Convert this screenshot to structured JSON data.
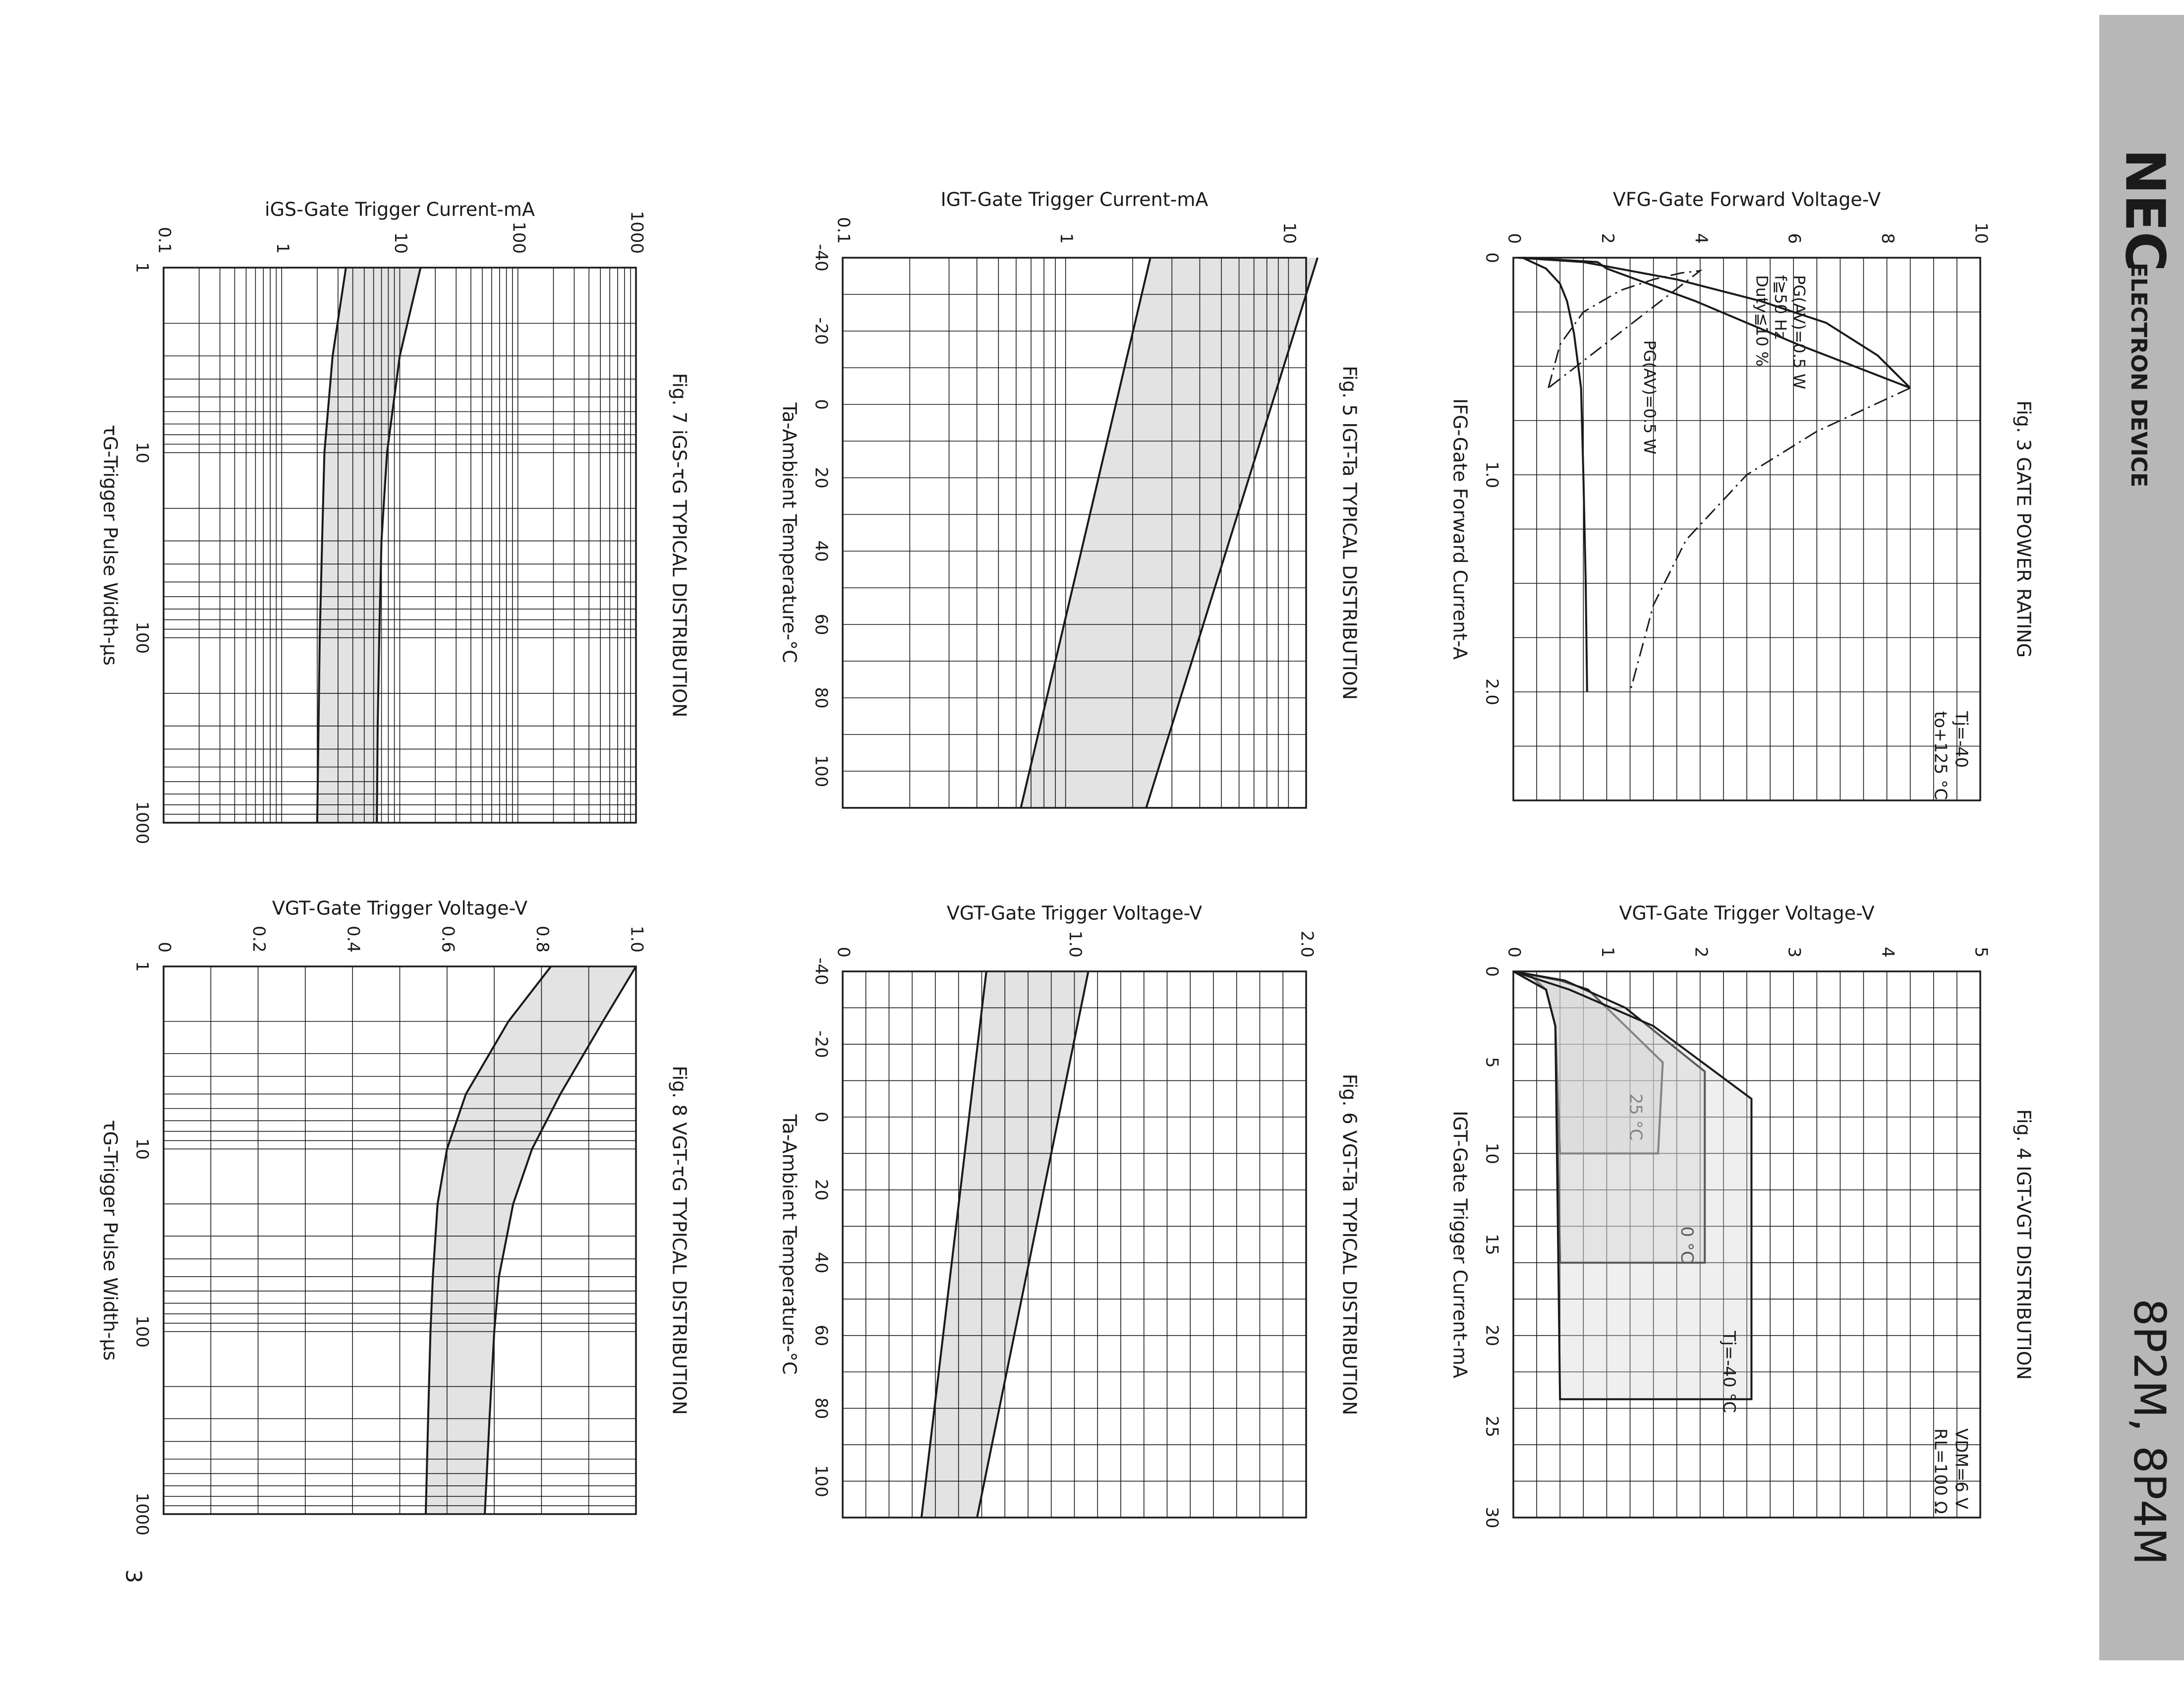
{
  "header": {
    "brand": "NEC",
    "division": "ELECTRON DEVICE",
    "part_numbers": "8P2M, 8P4M"
  },
  "page_number": "3",
  "colors": {
    "ink": "#1a1a1a",
    "shade": "#d0d0d0",
    "strip": "#b7b7b7"
  },
  "chart_data": [
    {
      "id": "fig3",
      "type": "line",
      "title": "Fig. 3 GATE POWER RATING",
      "xlabel": "IFG-Gate Forward Current-A",
      "ylabel": "VFG-Gate Forward Voltage-V",
      "xlim": [
        0,
        2.5
      ],
      "ylim": [
        0,
        10
      ],
      "x_ticks": [
        "0",
        "1.0",
        "2.0"
      ],
      "y_ticks": [
        "0",
        "2",
        "4",
        "6",
        "8",
        "10"
      ],
      "condition": [
        "Tj=-40",
        "to+125 °C"
      ],
      "annotations": [
        "PG(AV)=0.5 W",
        "f≧50 Hz",
        "Duty≦10 %",
        "PG(AV)=0.5 W"
      ],
      "series": [
        {
          "style": "solid",
          "x": [
            0,
            0.05,
            0.12,
            0.2,
            0.35,
            0.6,
            1.0,
            1.5,
            2.0
          ],
          "y": [
            0.2,
            0.7,
            1.0,
            1.15,
            1.3,
            1.45,
            1.5,
            1.55,
            1.58
          ]
        },
        {
          "style": "solid",
          "x": [
            0,
            0.02,
            0.05
          ],
          "y": [
            0.2,
            1.8,
            2.0
          ]
        },
        {
          "style": "solid",
          "x": [
            0,
            0.02,
            0.1,
            0.2,
            0.3,
            0.45,
            0.6
          ],
          "y": [
            0.1,
            1.5,
            3.5,
            5.3,
            6.7,
            7.8,
            8.5
          ]
        },
        {
          "style": "solid",
          "x": [
            0.05,
            0.2,
            0.4,
            0.6
          ],
          "y": [
            2.0,
            3.9,
            6.1,
            8.5
          ]
        },
        {
          "style": "dashdot",
          "x": [
            0.6,
            0.8,
            1.0,
            1.3,
            1.6,
            2.0
          ],
          "y": [
            8.5,
            6.5,
            5.0,
            3.7,
            3.0,
            2.5
          ]
        },
        {
          "style": "dashdot",
          "x": [
            0.6,
            0.4,
            0.25,
            0.15,
            0.1,
            0.07,
            0.06,
            0.6
          ],
          "y": [
            0.75,
            1.0,
            1.5,
            2.3,
            3.0,
            3.6,
            4.0,
            0.75
          ]
        }
      ]
    },
    {
      "id": "fig4",
      "type": "area",
      "title": "Fig. 4 IGT-VGT DISTRIBUTION",
      "xlabel": "IGT-Gate Trigger Current-mA",
      "ylabel": "VGT-Gate Trigger Voltage-V",
      "xlim": [
        0,
        30
      ],
      "ylim": [
        0,
        5
      ],
      "x_ticks": [
        "0",
        "5",
        "10",
        "15",
        "20",
        "25",
        "30"
      ],
      "y_ticks": [
        "0",
        "1",
        "2",
        "3",
        "4",
        "5"
      ],
      "condition": [
        "VDM=6 V",
        "RL=100 Ω"
      ],
      "series": [
        {
          "name": "25 °C",
          "label_at": [
            8,
            1.3
          ],
          "outline": [
            [
              0,
              0.0
            ],
            [
              0.3,
              0.2
            ],
            [
              1,
              0.35
            ],
            [
              3,
              0.45
            ],
            [
              10,
              0.5
            ],
            [
              10,
              1.55
            ],
            [
              5,
              1.6
            ],
            [
              1,
              0.8
            ],
            [
              0.5,
              0.5
            ],
            [
              0,
              0.0
            ]
          ]
        },
        {
          "name": "0 °C",
          "label_at": [
            15,
            1.85
          ],
          "outline": [
            [
              0,
              0.0
            ],
            [
              1,
              0.35
            ],
            [
              3,
              0.45
            ],
            [
              16,
              0.5
            ],
            [
              16,
              2.05
            ],
            [
              5.5,
              2.05
            ],
            [
              2,
              1.2
            ],
            [
              0.5,
              0.55
            ],
            [
              0,
              0.0
            ]
          ]
        },
        {
          "name": "Tj=-40 °C",
          "label_at": [
            22,
            2.3
          ],
          "outline": [
            [
              0,
              0.0
            ],
            [
              1,
              0.35
            ],
            [
              3,
              0.45
            ],
            [
              23.5,
              0.5
            ],
            [
              23.5,
              2.55
            ],
            [
              7,
              2.55
            ],
            [
              3,
              1.5
            ],
            [
              1,
              0.6
            ],
            [
              0,
              0.0
            ]
          ]
        }
      ]
    },
    {
      "id": "fig5",
      "type": "area",
      "title": "Fig. 5 IGT-Ta TYPICAL DISTRIBUTION",
      "xlabel": "Ta-Ambient Temperature-°C",
      "ylabel": "IGT-Gate Trigger Current-mA",
      "xlim": [
        -40,
        110
      ],
      "ylim": [
        0.1,
        12
      ],
      "y_scale": "log",
      "x_ticks": [
        "-40",
        "-20",
        "0",
        "20",
        "40",
        "60",
        "80",
        "100"
      ],
      "y_ticks": [
        "0.1",
        "1",
        "10"
      ],
      "series": [
        {
          "x": [
            -40,
            110
          ],
          "y": [
            2.4,
            0.63
          ]
        },
        {
          "x": [
            -40,
            110
          ],
          "y": [
            13.5,
            2.3
          ]
        }
      ]
    },
    {
      "id": "fig6",
      "type": "area",
      "title": "Fig. 6 VGT-Ta TYPICAL DISTRIBUTION",
      "xlabel": "Ta-Ambient Temperature-°C",
      "ylabel": "VGT-Gate Trigger Voltage-V",
      "xlim": [
        -40,
        110
      ],
      "ylim": [
        0,
        2.0
      ],
      "x_ticks": [
        "-40",
        "-20",
        "0",
        "20",
        "40",
        "60",
        "80",
        "100"
      ],
      "y_ticks": [
        "0",
        "1.0",
        "2.0"
      ],
      "series": [
        {
          "x": [
            -40,
            110
          ],
          "y": [
            0.62,
            0.34
          ]
        },
        {
          "x": [
            -40,
            110
          ],
          "y": [
            1.06,
            0.58
          ]
        }
      ]
    },
    {
      "id": "fig7",
      "type": "area",
      "title": "Fig. 7 iGS-τG TYPICAL DISTRIBUTION",
      "xlabel": "τG-Trigger Pulse Width-μs",
      "ylabel": "iGS-Gate Trigger Current-mA",
      "xlim": [
        1,
        1000
      ],
      "ylim": [
        0.1,
        1000
      ],
      "x_scale": "log",
      "y_scale": "log",
      "x_ticks": [
        "1",
        "10",
        "100",
        "1000"
      ],
      "y_ticks": [
        "0.1",
        "1",
        "10",
        "100",
        "1000"
      ],
      "series": [
        {
          "x": [
            1,
            3,
            10,
            30,
            100,
            300,
            1000
          ],
          "y": [
            3.5,
            2.7,
            2.3,
            2.2,
            2.1,
            2.05,
            2.0
          ]
        },
        {
          "x": [
            1,
            3,
            10,
            30,
            100,
            300,
            1000
          ],
          "y": [
            15,
            10,
            7.8,
            7.0,
            6.7,
            6.5,
            6.4
          ]
        }
      ]
    },
    {
      "id": "fig8",
      "type": "area",
      "title": "Fig. 8 VGT-τG TYPICAL DISTRIBUTION",
      "xlabel": "τG-Trigger Pulse Width-μs",
      "ylabel": "VGT-Gate Trigger Voltage-V",
      "xlim": [
        1,
        1000
      ],
      "ylim": [
        0,
        1.0
      ],
      "x_scale": "log",
      "x_ticks": [
        "1",
        "10",
        "100",
        "1000"
      ],
      "y_ticks": [
        "0",
        "0.2",
        "0.4",
        "0.6",
        "0.8",
        "1.0"
      ],
      "series": [
        {
          "x": [
            1,
            2,
            5,
            10,
            20,
            50,
            100,
            300,
            1000
          ],
          "y": [
            0.82,
            0.73,
            0.64,
            0.6,
            0.58,
            0.57,
            0.565,
            0.56,
            0.555
          ]
        },
        {
          "x": [
            1,
            2,
            5,
            10,
            20,
            50,
            100,
            300,
            1000
          ],
          "y": [
            1.0,
            0.93,
            0.84,
            0.78,
            0.74,
            0.71,
            0.7,
            0.69,
            0.68
          ]
        }
      ]
    }
  ]
}
